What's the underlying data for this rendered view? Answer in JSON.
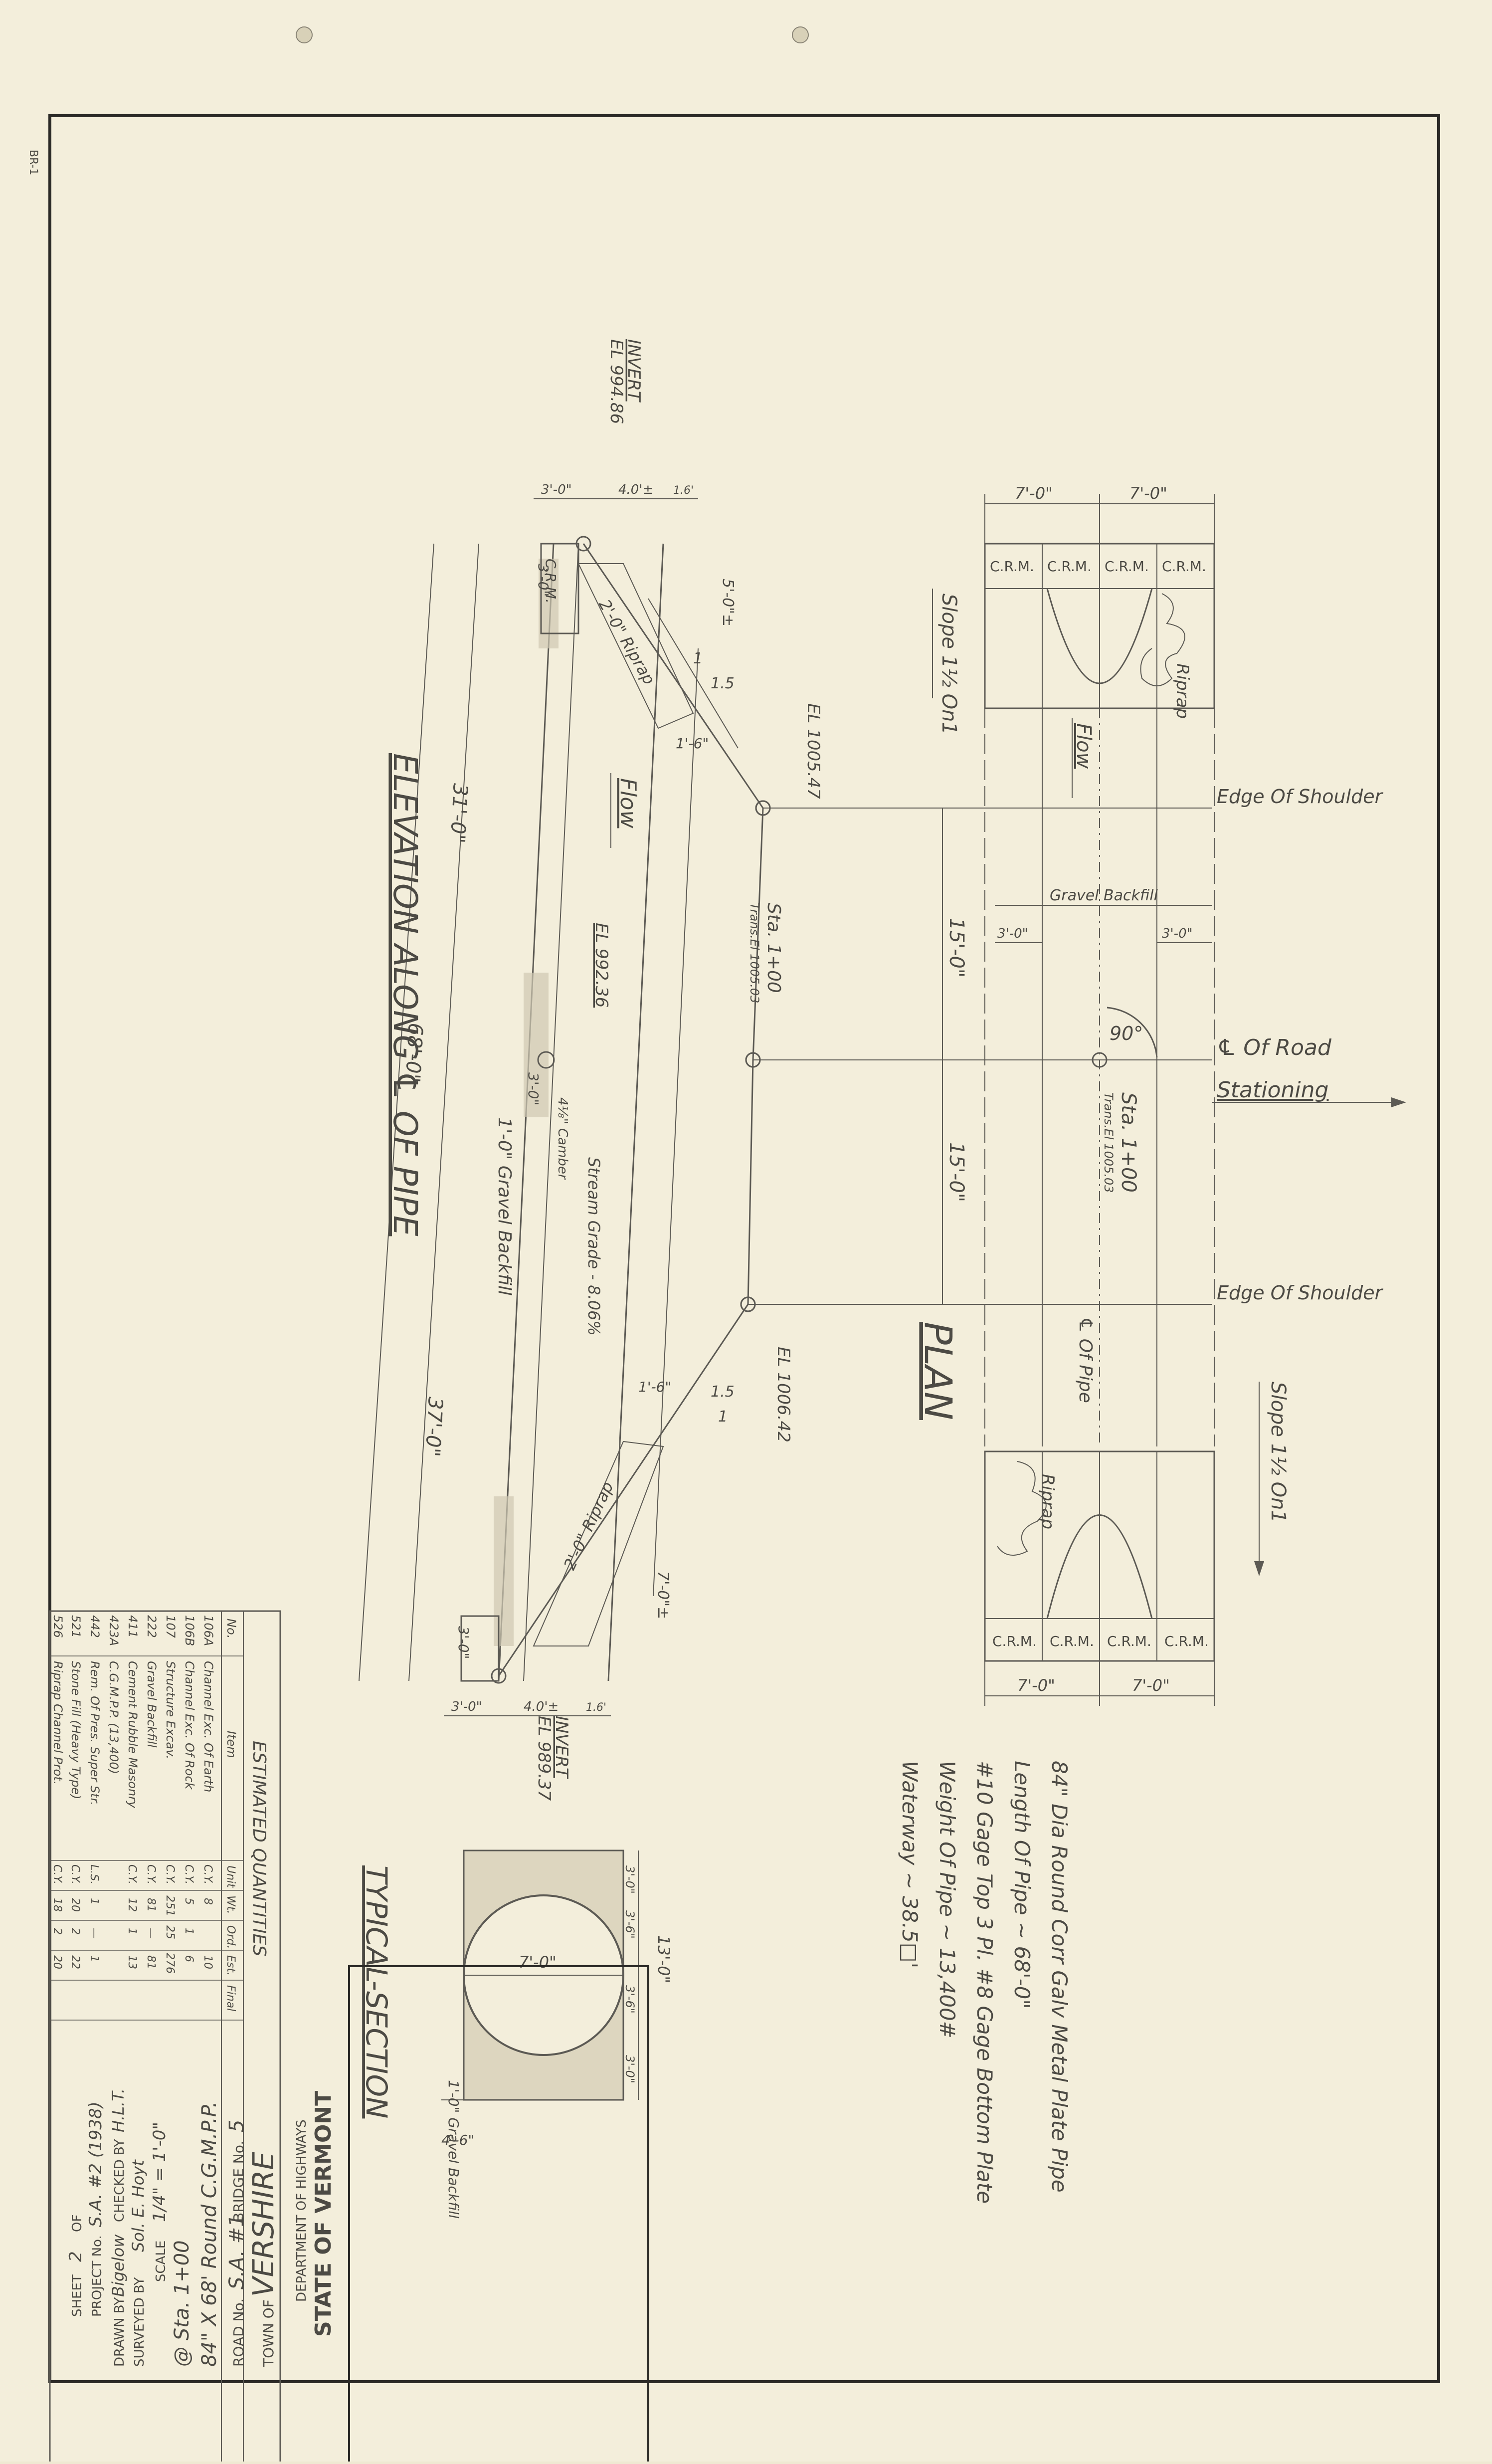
{
  "plan": {
    "title": "PLAN",
    "edge_of_shoulder_top": "Edge Of Shoulder",
    "edge_of_shoulder_bottom": "Edge Of Shoulder",
    "cl_road": "℄ Of Road",
    "stationing": "Stationing",
    "cl_pipe": "℄ Of Pipe",
    "flow": "Flow",
    "slope_top": "Slope 1½ On1",
    "slope_bottom": "Slope 1½ On1",
    "gravel_backfill": "Gravel Backfill",
    "riprap_top": "Riprap",
    "riprap_bottom": "Riprap",
    "angle": "90°",
    "station": "Sta. 1+00",
    "station_sub": "Trans.El 1005.03",
    "crm_top": [
      "C.R.M.",
      "C.R.M.",
      "C.R.M.",
      "C.R.M."
    ],
    "crm_bottom": [
      "C.R.M.",
      "C.R.M.",
      "C.R.M.",
      "C.R.M."
    ],
    "dim_top_left": "7'-0\"",
    "dim_top_right": "7'-0\"",
    "dim_bottom_left": "7'-0\"",
    "dim_bottom_right": "7'-0\"",
    "dim_gravel_left": "3'-0\"",
    "dim_gravel_right": "3'-0\"",
    "dim_upper": "15'-0\"",
    "dim_lower": "15'-0\""
  },
  "elevation": {
    "title": "ELEVATION ALONG ℄ OF PIPE",
    "invert_top": "INVERT",
    "invert_top_el": "EL 994.86",
    "invert_bottom": "INVERT",
    "invert_bottom_el": "EL 989.37",
    "el_top": "EL 1005.47",
    "el_mid": "EL 992.36",
    "el_bottom": "EL 1006.42",
    "station": "Sta. 1+00",
    "station_sub": "Trans.El 1005.03",
    "flow": "Flow",
    "riprap_top": "2'-0\" Riprap",
    "riprap_bottom": "2'-0\" Riprap",
    "camber": "4⅛\" Camber",
    "stream_grade": "Stream Grade - 8.06%",
    "gravel_backfill": "1'-0\" Gravel Backfill",
    "crm": "C.R.M.",
    "dim_31": "31'-0\"",
    "dim_37": "37'-0\"",
    "dim_68": "68'-0\"",
    "dim_30_top": "3'-0\"",
    "dim_30_mid": "3'-0\"",
    "dim_30_bot": "3'-0\"",
    "dim_50": "5'-0\"±",
    "dim_70": "7'-0\"±",
    "dim_16_top": "1'-6\"",
    "dim_16_bot": "1'-6\"",
    "slope_top": "1.5",
    "slope_top_one": "1",
    "slope_bot": "1.5",
    "slope_bot_one": "1",
    "dim_top_a": "3'-0\"",
    "dim_top_b": "4.0'±",
    "dim_top_c": "1.6'",
    "dim_bot_a": "3'-0\"",
    "dim_bot_b": "4.0'±",
    "dim_bot_c": "1.6'"
  },
  "typical_section": {
    "title": "TYPICAL-SECTION",
    "pipe_dia": "7'-0\"",
    "dim_13": "13'-0\"",
    "dim_a": "3'-0\"",
    "dim_b": "3'-6\"",
    "dim_c": "3'-6\"",
    "dim_d": "3'-0\"",
    "dim_base": "4'-6\"",
    "gravel_backfill": "1'-0\" Gravel Backfill"
  },
  "notes": [
    "84\" Dia Round Corr Galv Metal Plate Pipe",
    "Length Of Pipe ~ 68'-0\"",
    "#10 Gage Top 3 Pl. #8 Gage Bottom Plate",
    "Weight Of Pipe ~ 13,400#",
    "Waterway ~ 38.5□'"
  ],
  "quantities": {
    "title": "ESTIMATED QUANTITIES",
    "headers": [
      "No.",
      "Item",
      "Unit",
      "Wt.",
      "Ord.",
      "Est.",
      "Final"
    ],
    "rows": [
      [
        "106A",
        "Channel Exc. Of Earth",
        "C.Y.",
        "8",
        "",
        "10",
        ""
      ],
      [
        "106B",
        "Channel Exc. Of Rock",
        "C.Y.",
        "5",
        "1",
        "6",
        ""
      ],
      [
        "107",
        "Structure Excav.",
        "C.Y.",
        "251",
        "25",
        "276",
        ""
      ],
      [
        "222",
        "Gravel Backfill",
        "C.Y.",
        "81",
        "—",
        "81",
        ""
      ],
      [
        "411",
        "Cement Rubble Masonry",
        "C.Y.",
        "12",
        "1",
        "13",
        ""
      ],
      [
        "423A",
        "C.G.M.P.P. (13,400)",
        "",
        "",
        "",
        "",
        ""
      ],
      [
        "442",
        "Rem. Of Pres. Super Str.",
        "L.S.",
        "1",
        "—",
        "1",
        ""
      ],
      [
        "521",
        "Stone Fill (Heavy Type)",
        "C.Y.",
        "20",
        "2",
        "22",
        ""
      ],
      [
        "526",
        "Riprap Channel Prot.",
        "C.Y.",
        "18",
        "2",
        "20",
        ""
      ]
    ]
  },
  "title_block": {
    "state": "STATE OF VERMONT",
    "dept": "DEPARTMENT OF HIGHWAYS",
    "town_label": "TOWN OF",
    "town": "VERSHIRE",
    "road_label": "ROAD No.",
    "road": "S.A. #1",
    "bridge_label": "BRIDGE No.",
    "bridge": "5",
    "desc": "84\" X 68' Round C.G.M.P.P.",
    "station": "@ Sta. 1+00",
    "scale_label": "SCALE",
    "scale": "1/4\" = 1'-0\"",
    "surveyed_label": "SURVEYED BY",
    "surveyed": "Sol. E. Hoyt",
    "drawn_label": "DRAWN BY",
    "drawn": "Bigelow",
    "checked_label": "CHECKED BY",
    "checked": "H.L.T.",
    "project_label": "PROJECT No.",
    "project": "S.A. #2 (1938)",
    "sheet_label": "SHEET",
    "sheet": "2",
    "of_label": "OF"
  },
  "margin_stamp": "BR-1"
}
